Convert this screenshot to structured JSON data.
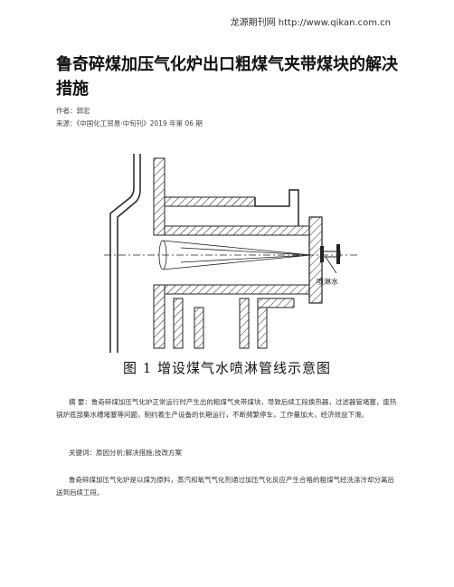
{
  "header": {
    "site": "龙源期刊网 http://www.qikan.com.cn"
  },
  "article": {
    "title": "鲁奇碎煤加压气化炉出口粗煤气夹带煤块的解决措施",
    "author": "作者：郭宏",
    "source": "来源：《中国化工贸易·中旬刊》2019 年第 06 期"
  },
  "figure": {
    "label": "喷淋水",
    "caption": "图 1 增设煤气水喷淋管线示意图"
  },
  "abstract": "摘 要：鲁奇碎煤加压气化炉正常运行时产生出的粗煤气夹带煤块，导致后续工段换热器，过滤器管堵塞，废热锅炉底部集水槽堵塞等问题，制约着生产设备的长期运行，不断频繁停车，工作量加大，经济效益下滑。",
  "keywords": "关键词：原因分析;解决措施;技改方案",
  "body": "鲁奇碎煤加压气化炉是以煤为原料，蒸汽和氧气气化剂通过加压气化反应产生合格的粗煤气经洗涤冷却分离后送到后续工段。"
}
